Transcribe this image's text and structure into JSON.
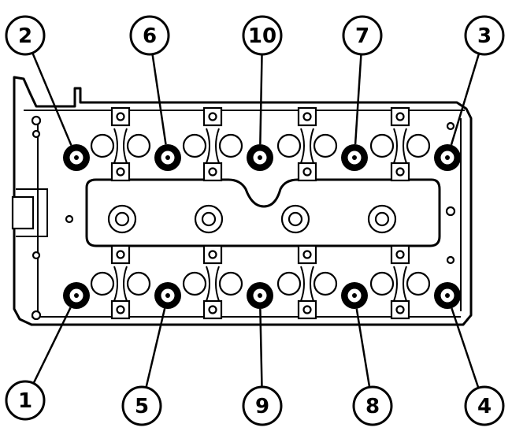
{
  "bolt_sequence": [
    {
      "label": "1",
      "row": "bottom",
      "column": 1
    },
    {
      "label": "2",
      "row": "top",
      "column": 1
    },
    {
      "label": "3",
      "row": "top",
      "column": 5
    },
    {
      "label": "4",
      "row": "bottom",
      "column": 5
    },
    {
      "label": "5",
      "row": "bottom",
      "column": 2
    },
    {
      "label": "6",
      "row": "top",
      "column": 2
    },
    {
      "label": "7",
      "row": "top",
      "column": 4
    },
    {
      "label": "8",
      "row": "bottom",
      "column": 4
    },
    {
      "label": "9",
      "row": "bottom",
      "column": 3
    },
    {
      "label": "10",
      "row": "top",
      "column": 3
    }
  ],
  "colors": {
    "line": "#000000",
    "background": "#ffffff"
  }
}
